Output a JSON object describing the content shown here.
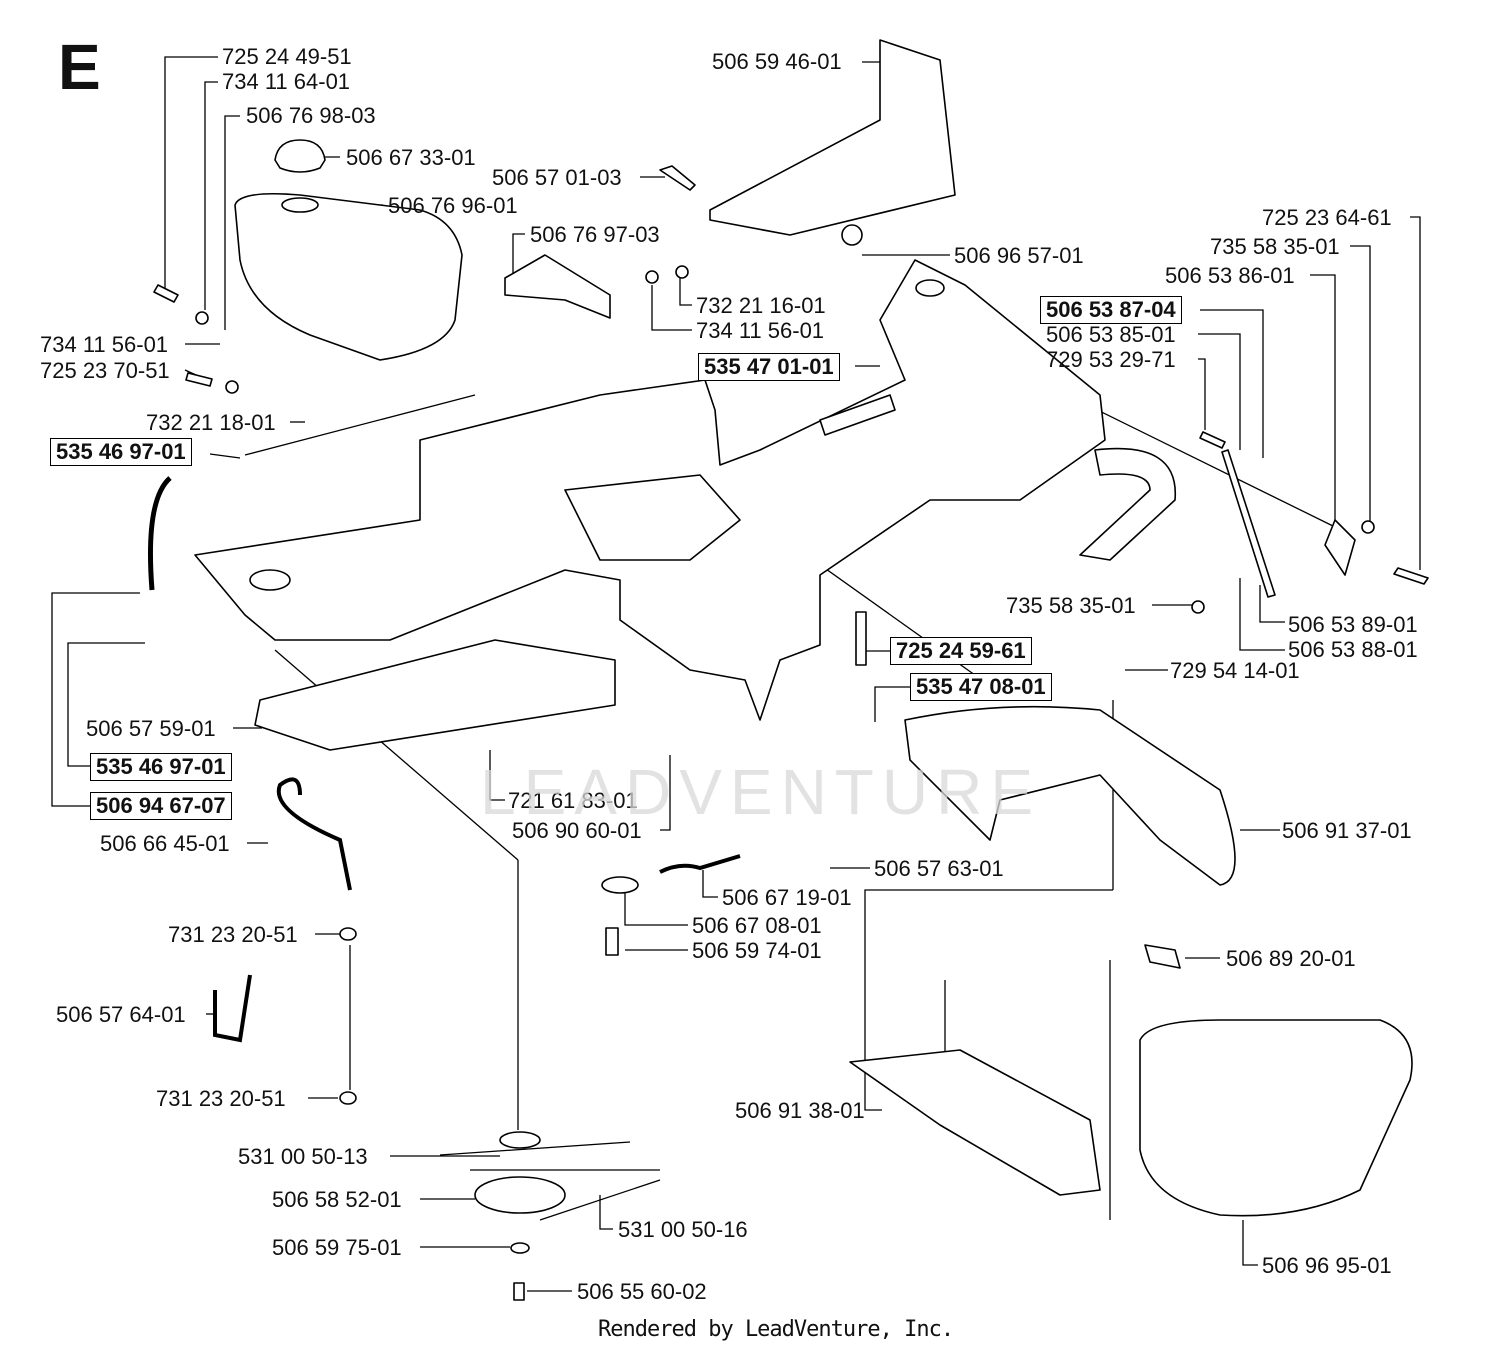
{
  "diagram": {
    "section": "E",
    "footer": "Rendered by LeadVenture, Inc.",
    "watermark": "LEADVENTURE",
    "labels": [
      {
        "text": "725 24 49-51",
        "bold": false
      },
      {
        "text": "734 11 64-01",
        "bold": false
      },
      {
        "text": "506 76 98-03",
        "bold": false
      },
      {
        "text": "506 67 33-01",
        "bold": false
      },
      {
        "text": "506 76 96-01",
        "bold": false
      },
      {
        "text": "506 59 46-01",
        "bold": false
      },
      {
        "text": "506 57 01-03",
        "bold": false
      },
      {
        "text": "506 76 97-03",
        "bold": false
      },
      {
        "text": "506 96 57-01",
        "bold": false
      },
      {
        "text": "732 21 16-01",
        "bold": false
      },
      {
        "text": "734 11 56-01",
        "bold": false
      },
      {
        "text": "535 47 01-01",
        "bold": true
      },
      {
        "text": "725 23 64-61",
        "bold": false
      },
      {
        "text": "735 58 35-01",
        "bold": false
      },
      {
        "text": "506 53 86-01",
        "bold": false
      },
      {
        "text": "506 53 87-04",
        "bold": true
      },
      {
        "text": "506 53 85-01",
        "bold": false
      },
      {
        "text": "729 53 29-71",
        "bold": false
      },
      {
        "text": "734 11 56-01",
        "bold": false
      },
      {
        "text": "725 23 70-51",
        "bold": false
      },
      {
        "text": "732 21 18-01",
        "bold": false
      },
      {
        "text": "535 46 97-01",
        "bold": true
      },
      {
        "text": "735 58 35-01",
        "bold": false
      },
      {
        "text": "506 53 89-01",
        "bold": false
      },
      {
        "text": "506 53 88-01",
        "bold": false
      },
      {
        "text": "725 24 59-61",
        "bold": true
      },
      {
        "text": "729 54 14-01",
        "bold": false
      },
      {
        "text": "535 47 08-01",
        "bold": true
      },
      {
        "text": "506 57 59-01",
        "bold": false
      },
      {
        "text": "535 46 97-01",
        "bold": true
      },
      {
        "text": "506 94 67-07",
        "bold": true
      },
      {
        "text": "721 61 83-01",
        "bold": false
      },
      {
        "text": "506 90 60-01",
        "bold": false
      },
      {
        "text": "506 91 37-01",
        "bold": false
      },
      {
        "text": "506 66 45-01",
        "bold": false
      },
      {
        "text": "506 57 63-01",
        "bold": false
      },
      {
        "text": "506 67 19-01",
        "bold": false
      },
      {
        "text": "506 67 08-01",
        "bold": false
      },
      {
        "text": "506 59 74-01",
        "bold": false
      },
      {
        "text": "731 23 20-51",
        "bold": false
      },
      {
        "text": "506 89 20-01",
        "bold": false
      },
      {
        "text": "506 57 64-01",
        "bold": false
      },
      {
        "text": "731 23 20-51",
        "bold": false
      },
      {
        "text": "506 91 38-01",
        "bold": false
      },
      {
        "text": "531 00 50-13",
        "bold": false
      },
      {
        "text": "506 58 52-01",
        "bold": false
      },
      {
        "text": "531 00 50-16",
        "bold": false
      },
      {
        "text": "506 59 75-01",
        "bold": false
      },
      {
        "text": "506 96 95-01",
        "bold": false
      },
      {
        "text": "506 55 60-02",
        "bold": false
      }
    ]
  }
}
